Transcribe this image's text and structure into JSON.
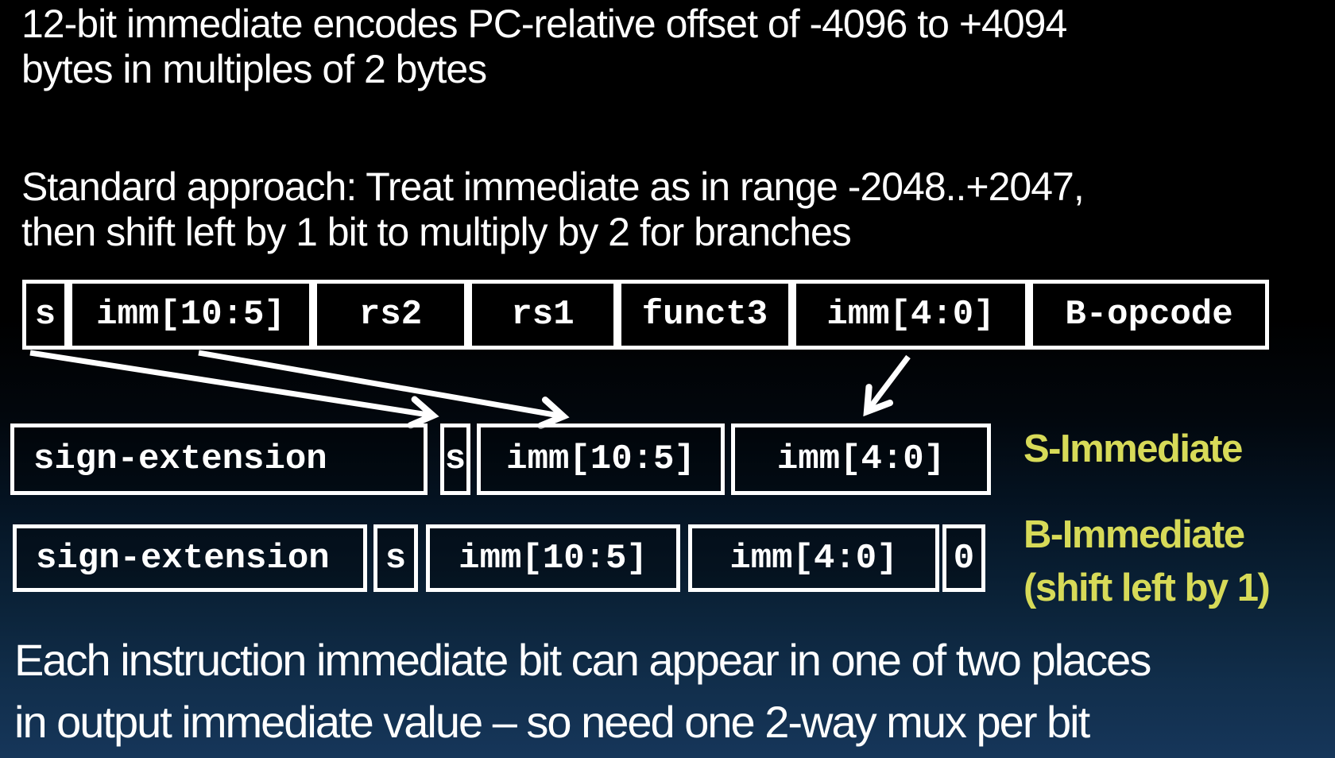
{
  "intro": {
    "line1": "12-bit immediate encodes PC-relative offset of -4096 to +4094",
    "line2": "bytes in multiples of 2 bytes"
  },
  "approach": {
    "line1": "Standard approach: Treat immediate as in range -2048..+2047,",
    "line2": "then shift left by 1 bit to multiply by 2 for branches"
  },
  "rows": {
    "instruction": {
      "fields": [
        "s",
        "imm[10:5]",
        "rs2",
        "rs1",
        "funct3",
        "imm[4:0]",
        "B-opcode"
      ]
    },
    "s_immediate": {
      "fields": [
        "sign-extension",
        "s",
        "imm[10:5]",
        "imm[4:0]"
      ],
      "label": "S-Immediate"
    },
    "b_immediate": {
      "fields": [
        "sign-extension",
        "s",
        "imm[10:5]",
        "imm[4:0]",
        "0"
      ],
      "label_line1": "B-Immediate",
      "label_line2": "(shift left by 1)"
    }
  },
  "footer": {
    "line1": "Each instruction immediate bit can appear in one of two places",
    "line2": "in output immediate value – so need one 2-way mux per bit"
  },
  "colors": {
    "label_yellow": "#d7da58",
    "border_white": "#ffffff",
    "bg_top": "#000000",
    "bg_bottom": "#16365a"
  }
}
